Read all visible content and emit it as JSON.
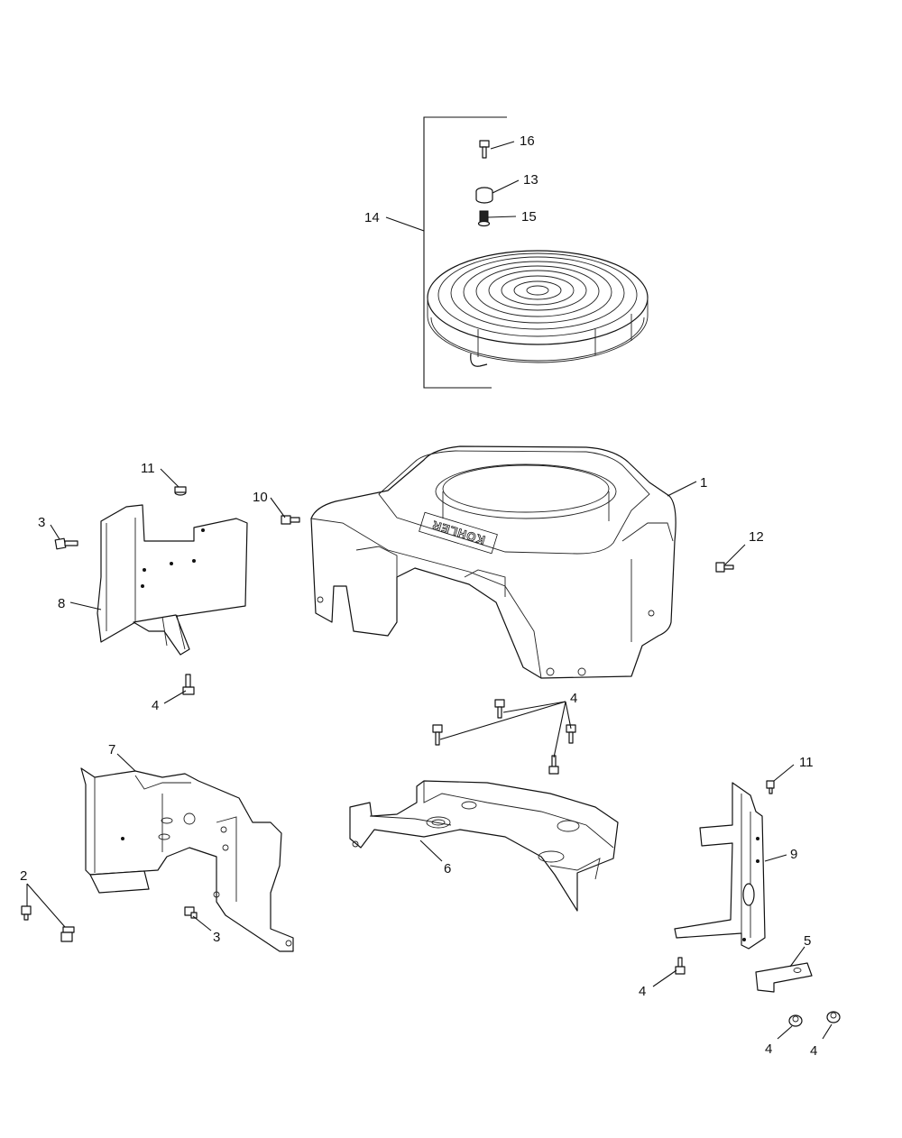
{
  "diagram": {
    "brand_logo_text": "KOHLER",
    "callouts": {
      "c1": "1",
      "c2": "2",
      "c3a": "3",
      "c3b": "3",
      "c4a": "4",
      "c4b": "4",
      "c4c": "4",
      "c4d": "4",
      "c4e": "4",
      "c5": "5",
      "c6": "6",
      "c7": "7",
      "c8": "8",
      "c9": "9",
      "c10": "10",
      "c11a": "11",
      "c11b": "11",
      "c12": "12",
      "c13": "13",
      "c14": "14",
      "c15": "15",
      "c16": "16"
    }
  }
}
